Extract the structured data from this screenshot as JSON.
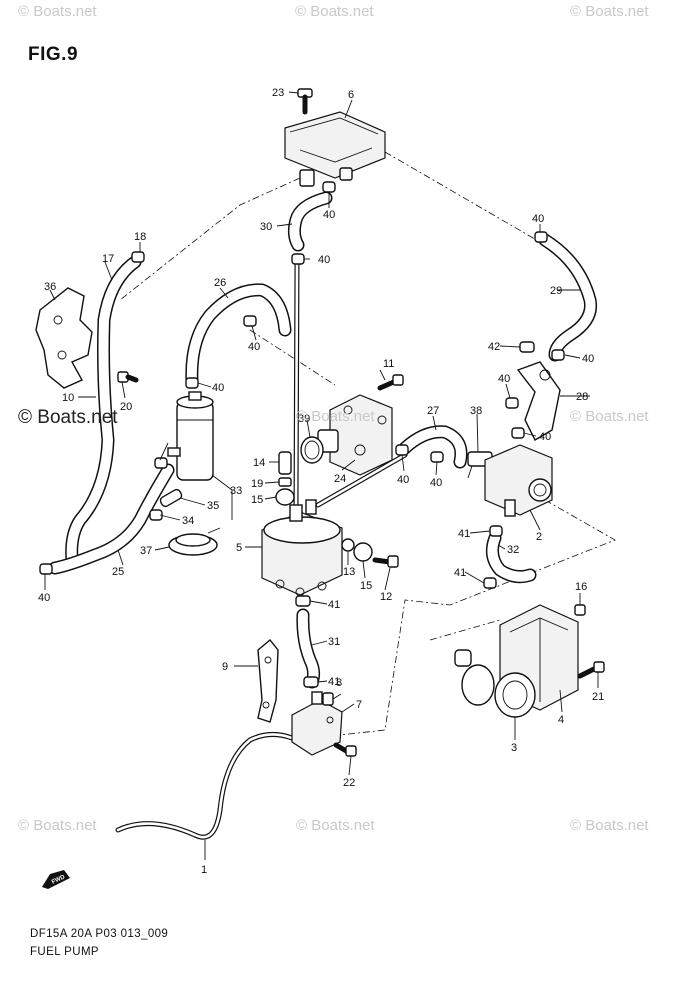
{
  "figure": {
    "title": "FIG.9"
  },
  "watermark": {
    "text": "© Boats.net"
  },
  "caption": {
    "line1": "DF15A 20A P03 013_009",
    "line2": "FUEL PUMP"
  },
  "fwd_icon": {
    "label": "FWD"
  },
  "callouts": [
    {
      "n": "1"
    },
    {
      "n": "2"
    },
    {
      "n": "3"
    },
    {
      "n": "4"
    },
    {
      "n": "5"
    },
    {
      "n": "6"
    },
    {
      "n": "7"
    },
    {
      "n": "8"
    },
    {
      "n": "9"
    },
    {
      "n": "10"
    },
    {
      "n": "11"
    },
    {
      "n": "12"
    },
    {
      "n": "13"
    },
    {
      "n": "14"
    },
    {
      "n": "15"
    },
    {
      "n": "15"
    },
    {
      "n": "16"
    },
    {
      "n": "17"
    },
    {
      "n": "18"
    },
    {
      "n": "19"
    },
    {
      "n": "20"
    },
    {
      "n": "21"
    },
    {
      "n": "22"
    },
    {
      "n": "23"
    },
    {
      "n": "24"
    },
    {
      "n": "25"
    },
    {
      "n": "26"
    },
    {
      "n": "27"
    },
    {
      "n": "28"
    },
    {
      "n": "29"
    },
    {
      "n": "30"
    },
    {
      "n": "31"
    },
    {
      "n": "32"
    },
    {
      "n": "33"
    },
    {
      "n": "34"
    },
    {
      "n": "35"
    },
    {
      "n": "36"
    },
    {
      "n": "37"
    },
    {
      "n": "38"
    },
    {
      "n": "39"
    },
    {
      "n": "40"
    },
    {
      "n": "40"
    },
    {
      "n": "40"
    },
    {
      "n": "40"
    },
    {
      "n": "40"
    },
    {
      "n": "40"
    },
    {
      "n": "40"
    },
    {
      "n": "40"
    },
    {
      "n": "40"
    },
    {
      "n": "40"
    },
    {
      "n": "40"
    },
    {
      "n": "41"
    },
    {
      "n": "41"
    },
    {
      "n": "41"
    },
    {
      "n": "41"
    },
    {
      "n": "42"
    }
  ]
}
